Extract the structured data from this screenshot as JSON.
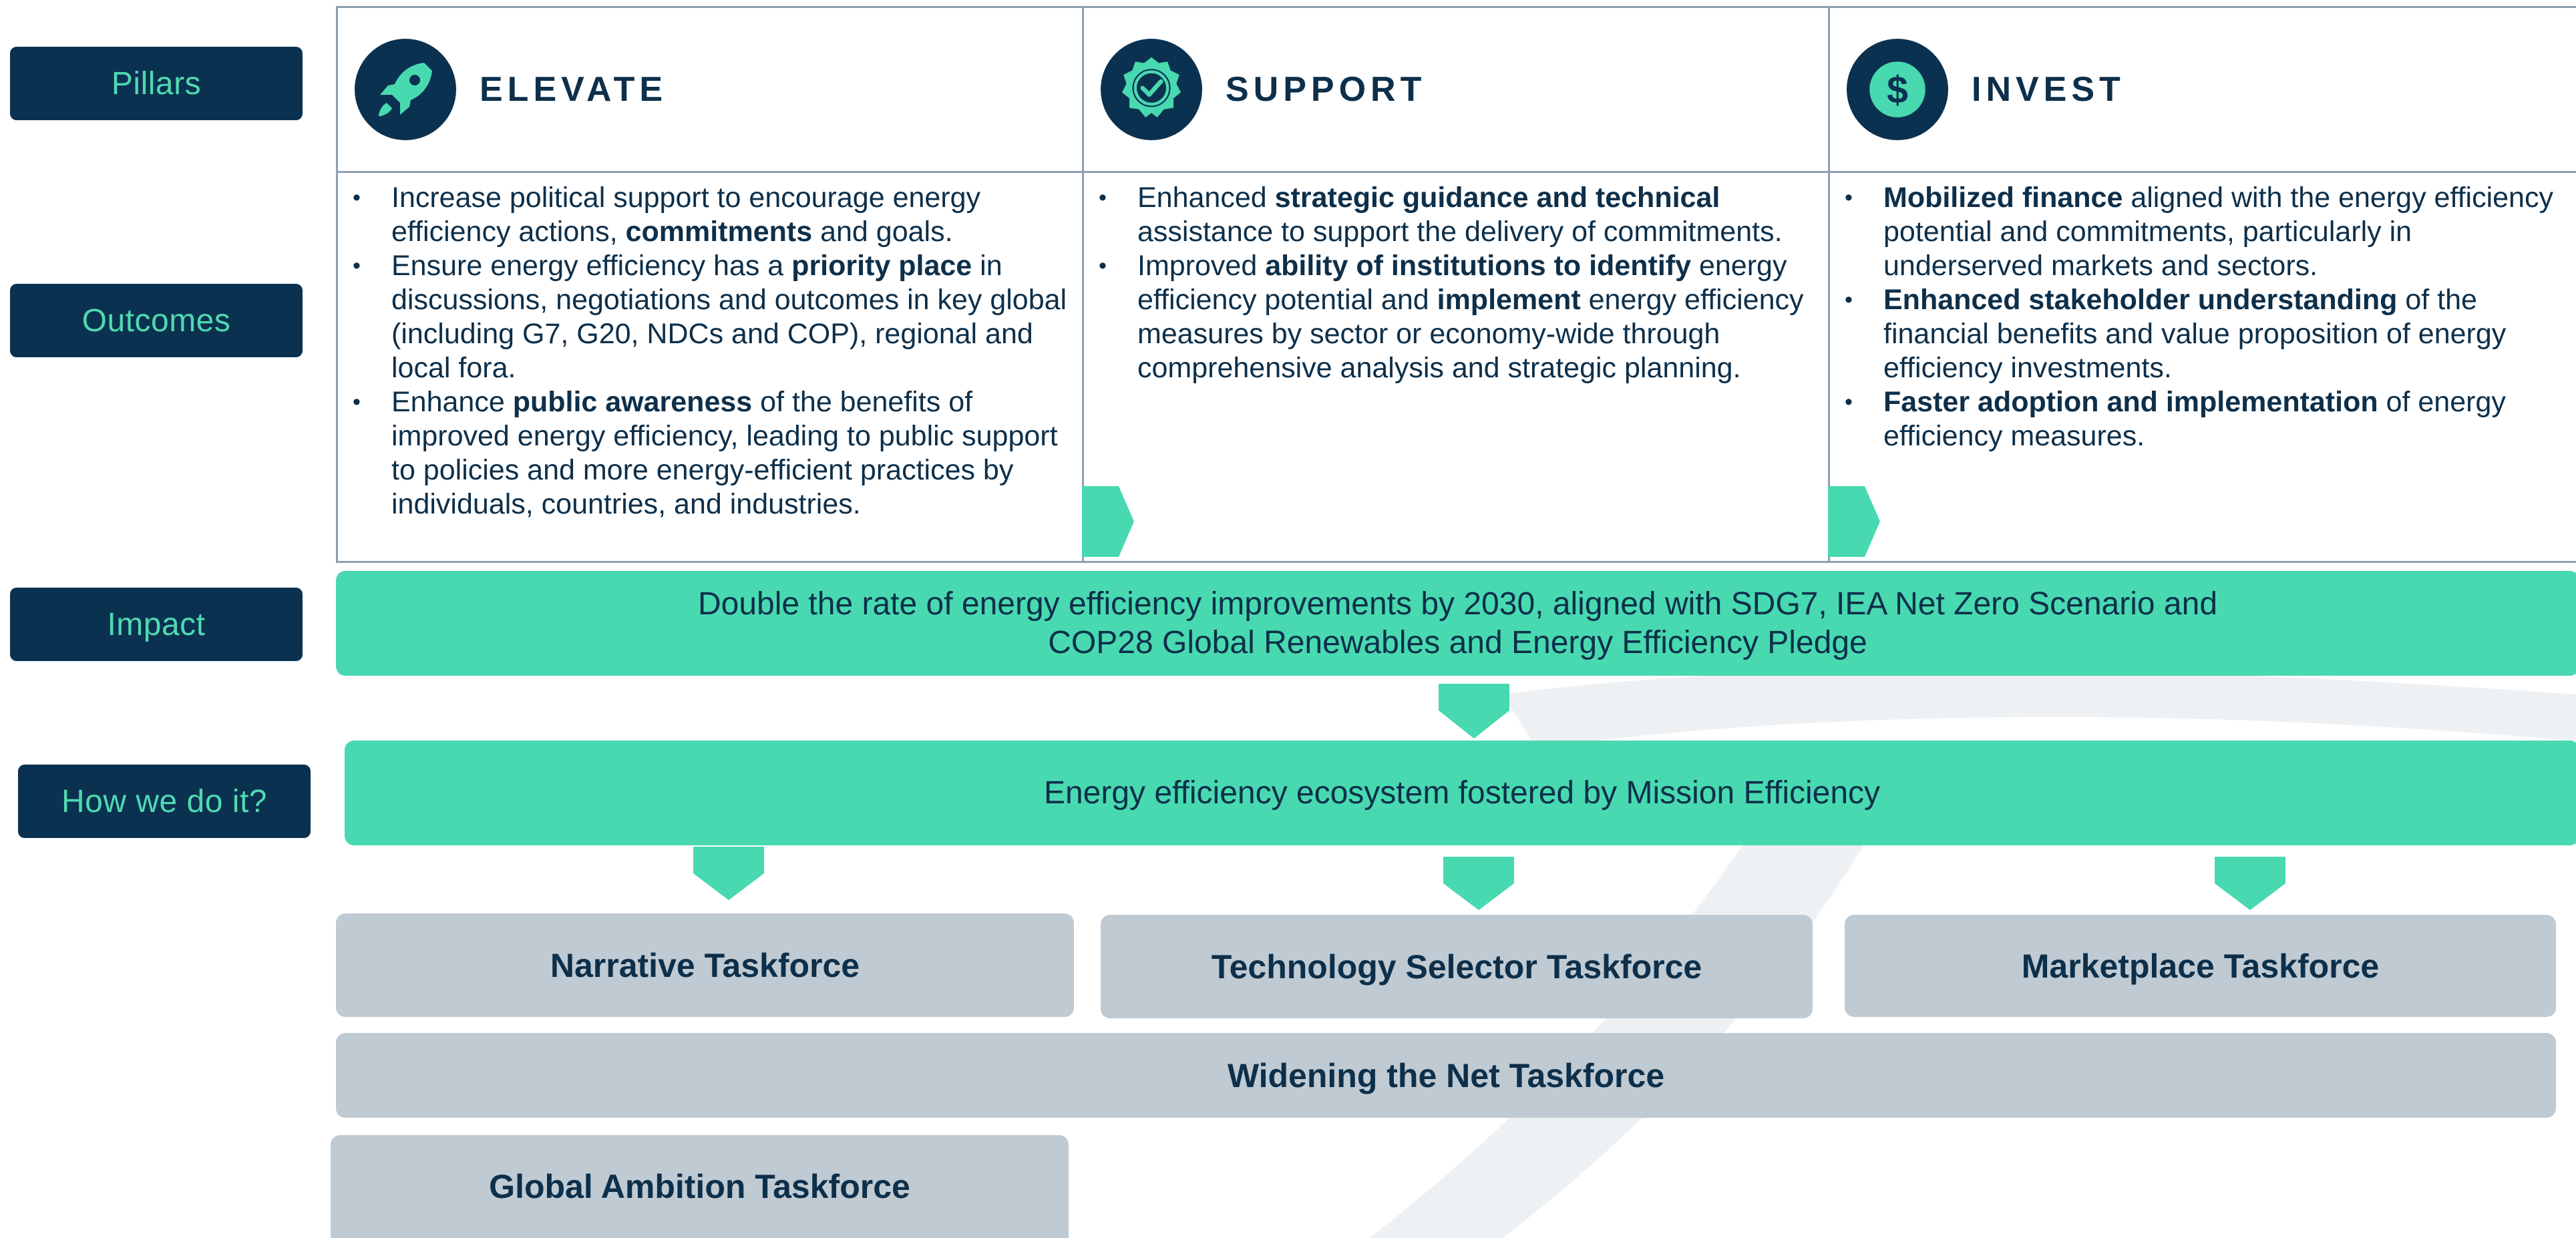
{
  "row_labels": {
    "pillars": "Pillars",
    "outcomes": "Outcomes",
    "impact": "Impact",
    "how": "How we do it?"
  },
  "pillars": [
    {
      "title": "ELEVATE",
      "icon": "rocket-icon",
      "outcomes": [
        {
          "parts": [
            {
              "t": "Increase political support to encourage energy efficiency actions, "
            },
            {
              "t": "commitments",
              "b": true
            },
            {
              "t": " and goals."
            }
          ]
        },
        {
          "parts": [
            {
              "t": "Ensure energy efficiency has a "
            },
            {
              "t": "priority place",
              "b": true
            },
            {
              "t": " in discussions, negotiations and outcomes in key global (including G7, G20, NDCs and COP), regional and local fora."
            }
          ]
        },
        {
          "parts": [
            {
              "t": "Enhance "
            },
            {
              "t": "public awareness",
              "b": true
            },
            {
              "t": " of the benefits of improved energy efficiency, leading to public support to policies and more energy-efficient practices by individuals, countries, and industries."
            }
          ]
        }
      ]
    },
    {
      "title": "SUPPORT",
      "icon": "badge-check-icon",
      "outcomes": [
        {
          "parts": [
            {
              "t": "Enhanced "
            },
            {
              "t": "strategic guidance and technical",
              "b": true
            },
            {
              "t": " assistance to support the delivery of commitments."
            }
          ]
        },
        {
          "parts": [
            {
              "t": "Improved "
            },
            {
              "t": "ability of institutions to identify",
              "b": true
            },
            {
              "t": " energy efficiency potential and "
            },
            {
              "t": "implement",
              "b": true
            },
            {
              "t": " energy efficiency measures by sector or economy-wide through comprehensive analysis and strategic planning."
            }
          ]
        }
      ]
    },
    {
      "title": "INVEST",
      "icon": "dollar-coin-icon",
      "outcomes": [
        {
          "parts": [
            {
              "t": "Mobilized finance",
              "b": true
            },
            {
              "t": " aligned with the energy efficiency potential and commitments, particularly in underserved markets and sectors."
            }
          ]
        },
        {
          "parts": [
            {
              "t": "Enhanced stakeholder understanding",
              "b": true
            },
            {
              "t": " of the financial benefits and value proposition of energy efficiency investments."
            }
          ]
        },
        {
          "parts": [
            {
              "t": "Faster adoption and implementation",
              "b": true
            },
            {
              "t": " of energy efficiency measures."
            }
          ]
        }
      ]
    }
  ],
  "impact": {
    "line1": "Double the rate of energy efficiency improvements by 2030, aligned with SDG7,  IEA Net Zero Scenario and",
    "line2": "COP28 Global Renewables and Energy Efficiency Pledge"
  },
  "how": "Energy efficiency ecosystem fostered by Mission Efficiency",
  "taskforces": {
    "narrative": "Narrative Taskforce",
    "technology": "Technology Selector Taskforce",
    "marketplace": "Marketplace Taskforce",
    "widening": "Widening the Net Taskforce",
    "global": "Global Ambition Taskforce"
  },
  "colors": {
    "navy": "#0b3150",
    "teal": "#48d9b0",
    "label_text": "#4fd9b0",
    "task_grey": "#bfcad3"
  }
}
